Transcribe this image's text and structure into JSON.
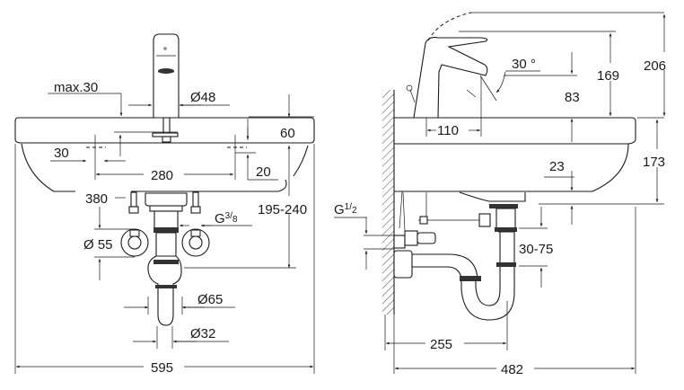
{
  "front_view": {
    "max_depth": "max.30",
    "faucet_diameter": "Ø48",
    "rim_height": "60",
    "tap_hole_offset": "30",
    "tap_hole_spacing": "280",
    "tap_hole_drop": "20",
    "wall_mount_height": "380",
    "trap_height": "195-240",
    "connector_thread": {
      "prefix": "G",
      "num": "3",
      "den": "8"
    },
    "rosette_diameter": "Ø 55",
    "trap_diameter": "Ø65",
    "drain_diameter": "Ø32",
    "width": "595"
  },
  "side_view": {
    "lever_angle": "30 °",
    "spout_height": "169",
    "total_height": "206",
    "spout_clearance": "83",
    "spout_reach": "110",
    "bowl_offset": "23",
    "basin_height": "173",
    "supply_thread": {
      "prefix": "G",
      "num": "1",
      "den": "2"
    },
    "drain_adjust": "30-75",
    "trap_projection": "255",
    "depth": "482"
  }
}
